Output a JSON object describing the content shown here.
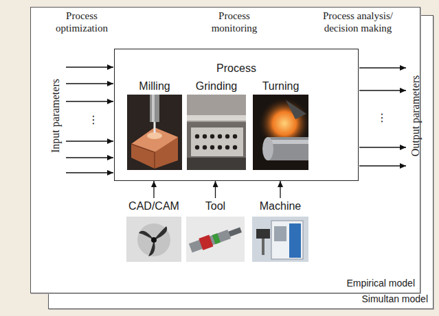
{
  "diagram": {
    "nodes": [
      {
        "text": [
          "Simultan model"
        ]
      },
      {
        "text": [
          "Empirical model"
        ]
      },
      {
        "text": [
          "Process"
        ],
        "in": 1
      },
      {
        "text": [
          "Milling"
        ],
        "in": 2
      },
      {
        "text": [
          "Grinding"
        ],
        "in": 2
      },
      {
        "text": [
          "Turning"
        ],
        "in": 2
      },
      {
        "text": [
          "CAD/CAM"
        ],
        "in": 1
      },
      {
        "text": [
          "Tool"
        ],
        "in": 1
      },
      {
        "text": [
          "Machine"
        ],
        "in": 1
      }
    ],
    "edges": [
      {
        "from": 6,
        "to": 2,
        "arrow": "to"
      },
      {
        "from": 7,
        "to": 2,
        "arrow": "to"
      },
      {
        "from": 8,
        "to": 2,
        "arrow": "to"
      }
    ],
    "labels": [
      "Process optimization",
      "Process monitoring",
      "Process analysis/ decision making",
      "Input parameters",
      "Output parameters",
      "⋮",
      "⋮"
    ]
  }
}
